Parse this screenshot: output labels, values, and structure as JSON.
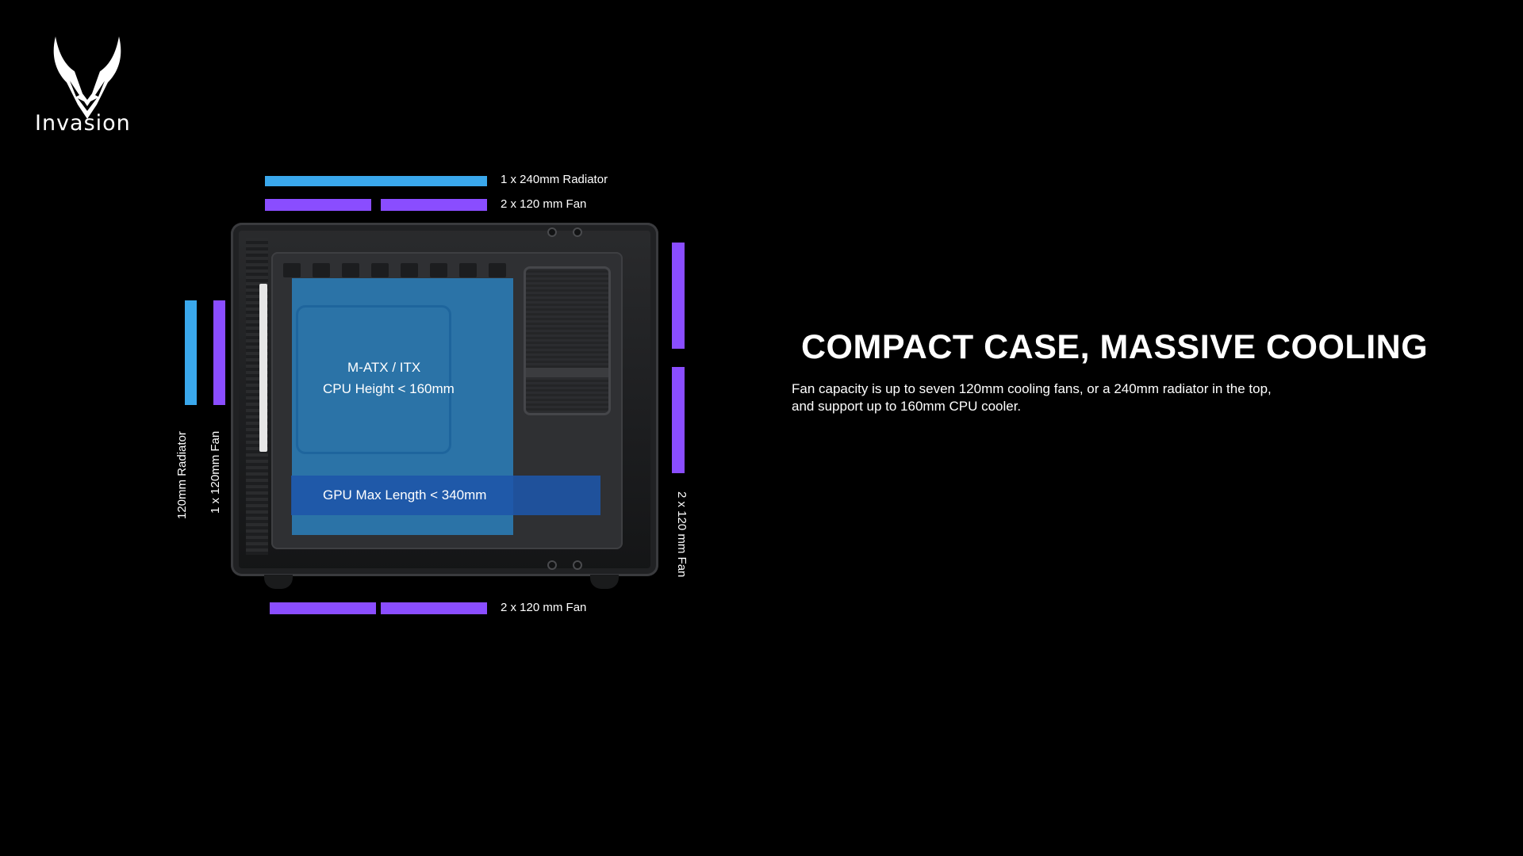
{
  "brand": {
    "name": "Invasion",
    "logo_icon": "horned-mask-icon"
  },
  "cooling_labels": {
    "top_radiator": "1 x 240mm Radiator",
    "top_fans": "2 x 120 mm Fan",
    "bottom_fans": "2 x 120 mm Fan",
    "rear_radiator": "120mm Radiator",
    "rear_fan": "1 x 120mm Fan",
    "front_fans": "2 x 120 mm Fan"
  },
  "case_overlay": {
    "motherboard_line1": "M-ATX / ITX",
    "motherboard_line2": "CPU Height < 160mm",
    "gpu": "GPU Max Length < 340mm"
  },
  "content": {
    "headline": "COMPACT CASE, MASSIVE COOLING",
    "body_line1": "Fan capacity is up to seven 120mm cooling fans, or a 240mm radiator in the top,",
    "body_line2": " and support up to 160mm CPU cooler."
  },
  "colors": {
    "background": "#000000",
    "radiator_blue": "#3aa8ec",
    "fan_purple": "#8a4dff",
    "motherboard_overlay": "#2993de",
    "gpu_overlay": "#1e55aa"
  }
}
